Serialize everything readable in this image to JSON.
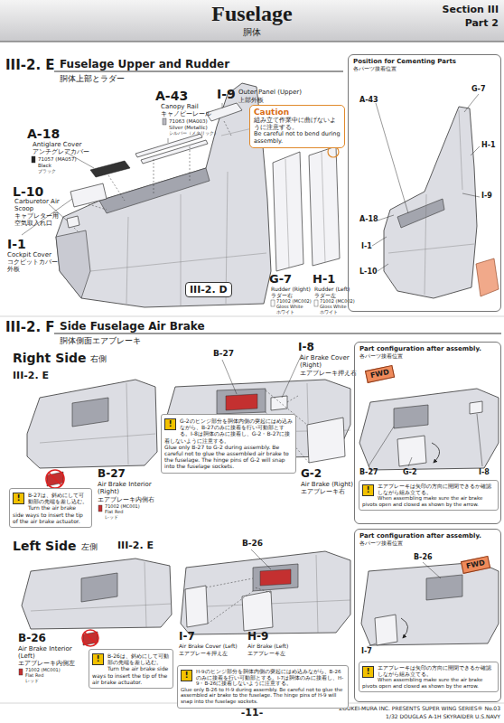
{
  "diagram": {
    "title": "Fuselage",
    "nodes": [
      {
        "text": [
          "Position for Cementing Parts",
          "各パーツ接着位置"
        ]
      },
      {
        "text": [
          "Caution",
          "組み立て作業中に曲げないように注意する。",
          "Be careful not to bend during assembly."
        ]
      },
      {
        "text": [
          "III-2. D"
        ]
      },
      {
        "text": [
          "Part configuration after assembly.",
          "各パーツ接着位置"
        ]
      },
      {
        "text": [
          "FWD"
        ],
        "in": 3
      },
      {
        "text": [
          "!",
          "エアブレーキは矢印の方向に開閉できるか確認しながら組み立てる。",
          "When assembling make sure the air brake pivots open and closed as shown by the arrow."
        ],
        "in": 3
      },
      {
        "text": [
          "Part configuration after assembly.",
          "各パーツ接着位置"
        ]
      },
      {
        "text": [
          "FWD"
        ],
        "in": 6
      },
      {
        "text": [
          "!",
          "エアブレーキは矢印の方向に開閉できるか確認しながら組み立てる。",
          "When assembling make sure the air brake pivots open and closed as shown by the arrow."
        ],
        "in": 6
      },
      {
        "text": [
          "!",
          "B-27は、斜めにして可動部の先端を差し込む。",
          "Turn the air brake side ways to insert the tip of the air brake actuator."
        ]
      },
      {
        "text": [
          "!",
          "G-2のヒンジ部分を胴体内側の突起にはめ込みながら、B-27のみに接着を行い可動部とする。I-8は胴体のみに接着し、G-2・B-27に接着しないように注意する。",
          "Glue only B-27 to G-2 during assembly. Be careful not to glue the assembled air brake to the fuselage. The hinge pins of G-2 will snap into the fuselage sockets."
        ]
      },
      {
        "text": [
          "!",
          "B-26は、斜めにして可動部の先端を差し込む。",
          "Turn the air brake side ways to insert the tip of the air brake actuator."
        ]
      },
      {
        "text": [
          "!",
          "H-9のヒンジ部分を胴体内側の突起にはめ込みながら、B-26のみに接着を行い可動部とする。I-7は胴体のみに接着し、H-9・B-26に接着しないように注意する。",
          "Glue only B-26 to H-9 during assembly. Be careful not to glue the assembled air brake to the fuselage. The hinge pins of H-9 will snap into the fuselage sockets."
        ]
      }
    ],
    "labels": [
      "胴体",
      "Section III",
      "Part 2",
      "III-2. E",
      "Fuselage Upper and Rudder",
      "胴体上部とラダー",
      "A-43",
      "Canopy Rail",
      "キャノピーレール",
      "71063 (MA003)",
      "Silver (Metallic)",
      "シルバー（メタリック）",
      "I-9",
      "Outer Panel (Upper)",
      "上部外板",
      "A-18",
      "Antiglare Cover",
      "アンチグレアカバー",
      "71057 (MA057)",
      "Black",
      "ブラック",
      "L-10",
      "Carburetor Air Scoop",
      "キャブレター用空気取入れ口",
      "I-1",
      "Cockpit Cover",
      "コクピットカバー外板",
      "G-7",
      "Rudder (Right)",
      "ラダー右",
      "71002 (MC002)",
      "Gloss White",
      "ホワイト",
      "H-1",
      "Rudder (Left)",
      "ラダー左",
      "71002 (MC002)",
      "Gloss White",
      "ホワイト",
      "A-43",
      "G-7",
      "H-1",
      "A-18",
      "I-9",
      "I-1",
      "L-10",
      "III-2. F",
      "Side Fuselage Air Brake",
      "胴体側面エアブレーキ",
      "Right Side",
      "右側",
      "III-2. E",
      "B-27",
      "Air Brake Interior (Right)",
      "エアブレーキ内側右",
      "71002 (MC001)",
      "Flat Red",
      "レッド",
      "B-27",
      "I-8",
      "Air Brake Cover (Right)",
      "エアブレーキ押え右",
      "G-2",
      "Air Brake (Right)",
      "エアブレーキ右",
      "B-27",
      "G-2",
      "I-8",
      "Left Side",
      "左側",
      "III-2. E",
      "B-26",
      "Air Brake Interior (Left)",
      "エアブレーキ内側左",
      "71002 (MC001)",
      "Flat Red",
      "レッド",
      "B-26",
      "I-7",
      "Air Brake Cover (Left)",
      "エアブレーキ押え左",
      "H-9",
      "Air Brake (Left)",
      "エアブレーキ左",
      "B-26",
      "I-7",
      "-11-",
      "ZOUKEI-MURA INC. PRESENTS  SUPER WING SERIES® No.03",
      "1/32  DOUGLAS A-1H SKYRAIDER U.S.NAVY"
    ]
  }
}
